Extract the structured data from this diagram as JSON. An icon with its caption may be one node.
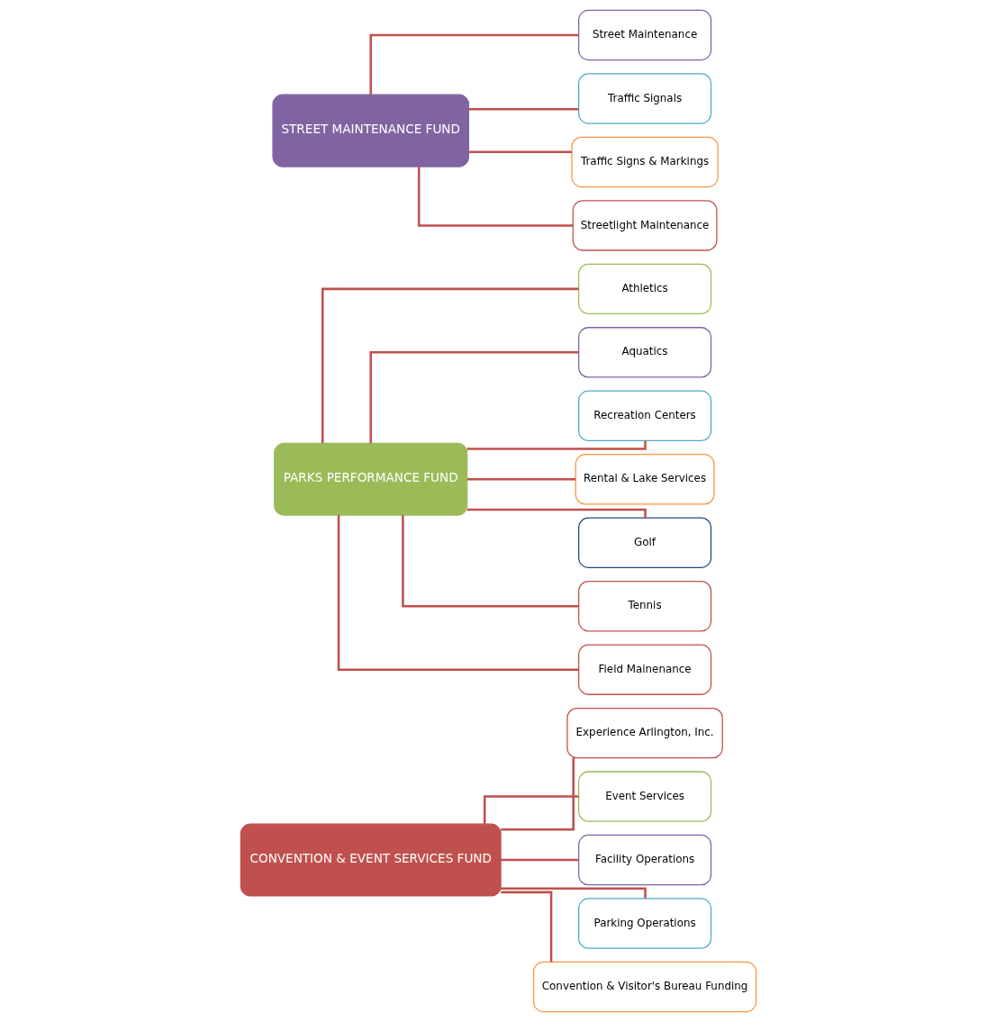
{
  "diagram": {
    "nodes": [
      {
        "text": [
          "CONVENTION & EVENT SERVICES FUND"
        ]
      },
      {
        "text": [
          "Experience Arlington, Inc."
        ]
      },
      {
        "text": [
          "Event Services"
        ]
      },
      {
        "text": [
          "Facility Operations"
        ]
      },
      {
        "text": [
          "Parking Operations"
        ]
      },
      {
        "text": [
          "Convention & Visitor's Bureau Funding"
        ]
      },
      {
        "text": [
          "PARKS PERFORMANCE FUND"
        ]
      },
      {
        "text": [
          "Athletics"
        ]
      },
      {
        "text": [
          "Aquatics"
        ]
      },
      {
        "text": [
          "Recreation Centers"
        ]
      },
      {
        "text": [
          "Rental & Lake Services"
        ]
      },
      {
        "text": [
          "Golf"
        ]
      },
      {
        "text": [
          "Tennis"
        ]
      },
      {
        "text": [
          "Field Mainenance"
        ]
      },
      {
        "text": [
          "STREET MAINTENANCE FUND"
        ]
      },
      {
        "text": [
          "Street Maintenance"
        ]
      },
      {
        "text": [
          "Traffic Signals"
        ]
      },
      {
        "text": [
          "Traffic Signs & Markings"
        ]
      },
      {
        "text": [
          "Streetlight Maintenance"
        ]
      }
    ],
    "edges": [
      {
        "from": 0,
        "to": 1,
        "arrow": "none"
      },
      {
        "from": 0,
        "to": 2,
        "arrow": "none"
      },
      {
        "from": 0,
        "to": 3,
        "arrow": "none"
      },
      {
        "from": 0,
        "to": 4,
        "arrow": "none"
      },
      {
        "from": 0,
        "to": 5,
        "arrow": "none"
      },
      {
        "from": 6,
        "to": 7,
        "arrow": "none"
      },
      {
        "from": 6,
        "to": 8,
        "arrow": "none"
      },
      {
        "from": 6,
        "to": 9,
        "arrow": "none"
      },
      {
        "from": 6,
        "to": 10,
        "arrow": "none"
      },
      {
        "from": 6,
        "to": 11,
        "arrow": "none"
      },
      {
        "from": 6,
        "to": 12,
        "arrow": "none"
      },
      {
        "from": 6,
        "to": 13,
        "arrow": "none"
      },
      {
        "from": 14,
        "to": 15,
        "arrow": "none"
      },
      {
        "from": 14,
        "to": 16,
        "arrow": "none"
      },
      {
        "from": 14,
        "to": 17,
        "arrow": "none"
      },
      {
        "from": 14,
        "to": 18,
        "arrow": "none"
      }
    ]
  }
}
